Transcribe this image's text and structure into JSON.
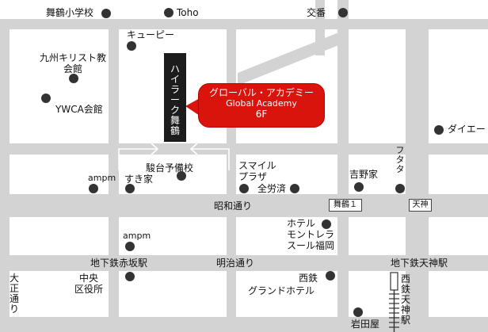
{
  "destination": {
    "building_name": "ハイラーク舞鶴",
    "callout_line1": "グローバル・アカデミー",
    "callout_line2": "Global Academy",
    "callout_line3": "6F"
  },
  "streets": {
    "showa": "昭和通り",
    "meiji": "明治通り",
    "taisho": "大正通り"
  },
  "stations": {
    "akasaka": "地下鉄赤坂駅",
    "tenjin": "地下鉄天神駅",
    "nishitetsu": "西鉄天神駅"
  },
  "boxes": {
    "maizuru1": "舞鶴１",
    "tenjin": "天神"
  },
  "landmarks": {
    "school": "舞鶴小学校",
    "toho": "Toho",
    "koban": "交番",
    "kewpie": "キューピー",
    "kyushu_church_1": "九州キリスト教",
    "kyushu_church_2": "会館",
    "ywca": "YWCA会館",
    "daiei": "ダイエー",
    "futata": "フタタ",
    "ampm1": "ampm",
    "sundai_1": "駿台予備校",
    "sundai_2": "すき家",
    "smile_1": "スマイル",
    "smile_2": "プラザ",
    "zenrosai": "全労済",
    "yoshinoya": "吉野家",
    "hotel_1": "ホテル",
    "hotel_2": "モントレラ",
    "hotel_3": "スール福岡",
    "ampm2": "ampm",
    "chuo_1": "中央",
    "chuo_2": "区役所",
    "nishitetsu_hotel_1": "西鉄",
    "nishitetsu_hotel_2": "グランドホテル",
    "iwataya": "岩田屋"
  },
  "colors": {
    "road": "#d3d3d3",
    "callout": "#d8140d",
    "building": "#1c1c1c",
    "marker": "#333333"
  }
}
